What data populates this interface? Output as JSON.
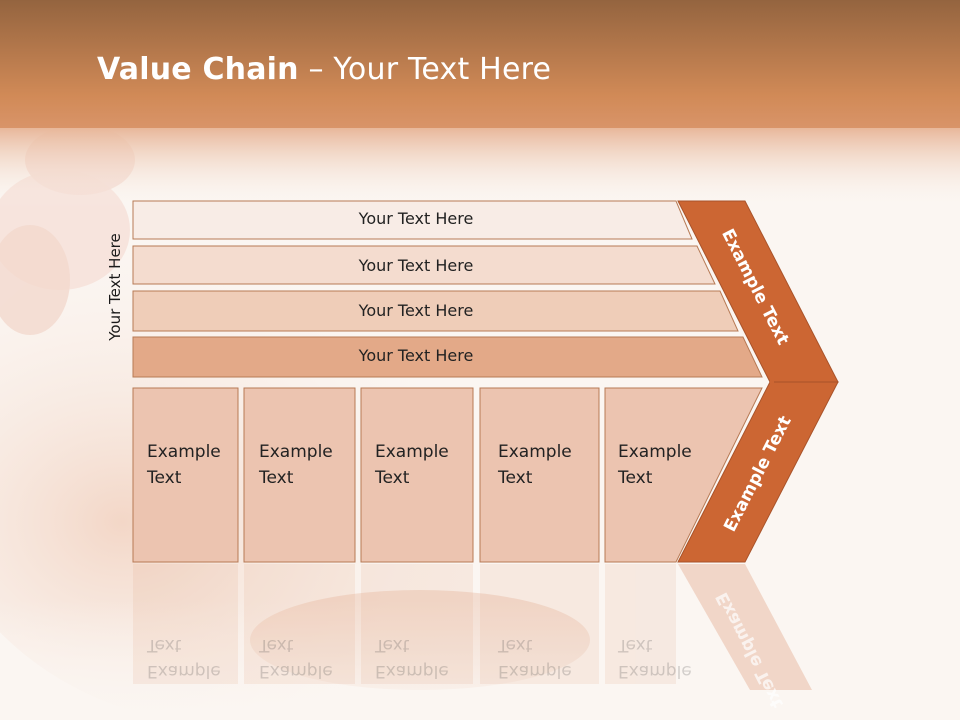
{
  "title": {
    "bold": "Value Chain",
    "rest": " – Your Text Here"
  },
  "side_label": "Your Text Here",
  "bars": [
    {
      "label": "Your Text Here"
    },
    {
      "label": "Your Text Here"
    },
    {
      "label": "Your Text Here"
    },
    {
      "label": "Your Text Here"
    }
  ],
  "columns": [
    {
      "line1": "Example",
      "line2": "Text"
    },
    {
      "line1": "Example",
      "line2": "Text"
    },
    {
      "line1": "Example",
      "line2": "Text"
    },
    {
      "line1": "Example",
      "line2": "Text"
    },
    {
      "line1": "Example",
      "line2": "Text"
    }
  ],
  "arrow": {
    "top_label": "Example Text",
    "bottom_label": "Example Text"
  },
  "colors": {
    "accent": "#cc6633",
    "header_top": "#9a6a4a",
    "header_bottom": "#d48a5a",
    "bar1": "#f8ece6",
    "bar2": "#f4dccf",
    "bar3": "#efcdb8",
    "bar4": "#e3a988",
    "column_fill": "#ecc4b0"
  }
}
